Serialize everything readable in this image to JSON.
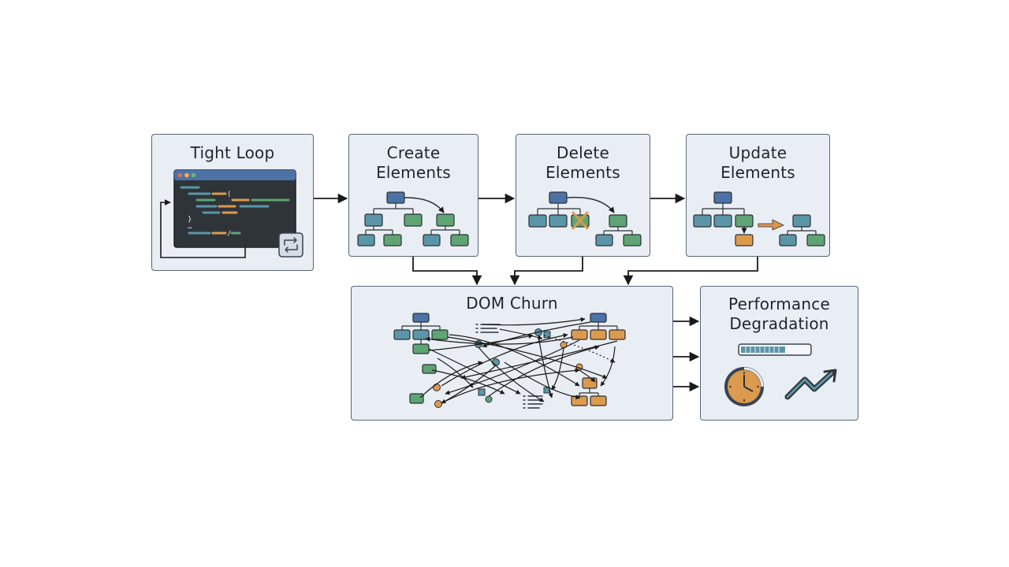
{
  "stages": {
    "tight_loop": "Tight Loop",
    "create": [
      "Create",
      "Elements"
    ],
    "delete": [
      "Delete",
      "Elements"
    ],
    "update": [
      "Update",
      "Elements"
    ],
    "dom_churn": "DOM Churn",
    "performance": [
      "Performance",
      "Degradation"
    ]
  },
  "icons": {
    "code_editor": "code-window-icon",
    "loop": "repeat-icon",
    "remove": "x-mark-icon",
    "progress": "progress-bar-icon",
    "timer": "stopwatch-icon",
    "trend": "rising-trend-icon"
  },
  "colors": {
    "box_fill": "#e9eef4",
    "box_border": "#5b6775",
    "node_blue": "#4c72a6",
    "node_teal": "#5b96a8",
    "node_green": "#5fa473",
    "node_orange": "#dc9a4e",
    "editor_bg": "#2f3439",
    "arrow": "#1a1a1a"
  }
}
